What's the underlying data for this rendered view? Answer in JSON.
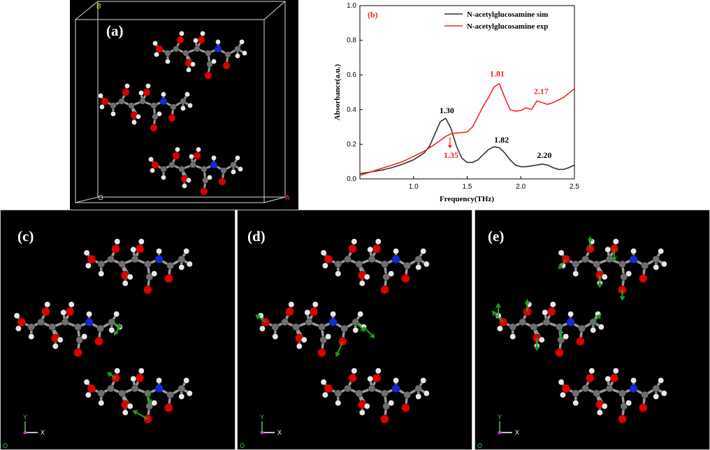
{
  "panels": {
    "a": {
      "label": "(a)",
      "axis_b": "B",
      "axis_o": "O",
      "axis_a": "A"
    },
    "c": {
      "label": "(c)",
      "axis_y": "Y",
      "axis_x": "X",
      "axis_o": "O"
    },
    "d": {
      "label": "(d)",
      "axis_y": "Y",
      "axis_x": "X",
      "axis_o": "O"
    },
    "e": {
      "label": "(e)",
      "axis_y": "Y",
      "axis_x": "X",
      "axis_o": "O"
    }
  },
  "colors": {
    "carbon": "#6f6f6f",
    "oxygen": "#e00000",
    "nitrogen": "#1428d8",
    "hydrogen": "#e8e8e8",
    "arrow": "#1f9a1f",
    "sim": "#333333",
    "exp": "#ff2020"
  },
  "chart_data": {
    "type": "line",
    "panel_label": "(b)",
    "xlabel": "Frequency(THz)",
    "ylabel": "Absorbance(a.u.)",
    "xlim": [
      0.5,
      2.5
    ],
    "ylim": [
      0.0,
      1.0
    ],
    "xticks": [
      "1.0",
      "1.5",
      "2.0",
      "2.5"
    ],
    "yticks": [
      "0.0",
      "0.2",
      "0.4",
      "0.6",
      "0.8",
      "1.0"
    ],
    "legend_position": "top-right",
    "series": [
      {
        "name": "N-acetylglucosamine sim",
        "color": "#333333",
        "x": [
          0.5,
          0.6,
          0.7,
          0.8,
          0.9,
          1.0,
          1.1,
          1.15,
          1.2,
          1.25,
          1.3,
          1.35,
          1.4,
          1.45,
          1.5,
          1.55,
          1.6,
          1.65,
          1.7,
          1.75,
          1.8,
          1.85,
          1.9,
          1.95,
          2.0,
          2.05,
          2.1,
          2.15,
          2.2,
          2.25,
          2.3,
          2.35,
          2.4,
          2.45,
          2.5
        ],
        "y": [
          0.03,
          0.04,
          0.05,
          0.065,
          0.085,
          0.11,
          0.15,
          0.19,
          0.26,
          0.33,
          0.35,
          0.29,
          0.19,
          0.12,
          0.095,
          0.095,
          0.11,
          0.14,
          0.17,
          0.185,
          0.18,
          0.15,
          0.11,
          0.08,
          0.07,
          0.07,
          0.075,
          0.08,
          0.085,
          0.08,
          0.065,
          0.055,
          0.055,
          0.065,
          0.08
        ]
      },
      {
        "name": "N-acetylglucosamine exp",
        "color": "#ff2020",
        "x": [
          0.5,
          0.6,
          0.7,
          0.8,
          0.9,
          1.0,
          1.1,
          1.2,
          1.3,
          1.35,
          1.4,
          1.5,
          1.55,
          1.6,
          1.65,
          1.7,
          1.75,
          1.8,
          1.85,
          1.9,
          1.95,
          2.0,
          2.05,
          2.1,
          2.15,
          2.2,
          2.25,
          2.3,
          2.4,
          2.5
        ],
        "y": [
          0.02,
          0.04,
          0.06,
          0.08,
          0.1,
          0.13,
          0.16,
          0.2,
          0.245,
          0.26,
          0.265,
          0.27,
          0.3,
          0.36,
          0.42,
          0.47,
          0.53,
          0.55,
          0.47,
          0.4,
          0.39,
          0.395,
          0.41,
          0.4,
          0.45,
          0.44,
          0.43,
          0.44,
          0.47,
          0.52
        ]
      }
    ],
    "annotations": [
      {
        "text": "1.30",
        "x": 1.31,
        "y": 0.38,
        "color": "#000000"
      },
      {
        "text": "1.82",
        "x": 1.82,
        "y": 0.21,
        "color": "#000000"
      },
      {
        "text": "2.20",
        "x": 2.22,
        "y": 0.12,
        "color": "#000000"
      },
      {
        "text": "1.81",
        "x": 1.78,
        "y": 0.59,
        "color": "#ff2020"
      },
      {
        "text": "2.17",
        "x": 2.19,
        "y": 0.49,
        "color": "#ff2020"
      },
      {
        "text": "1.35",
        "x": 1.35,
        "y": 0.12,
        "color": "#ff2020"
      }
    ]
  }
}
